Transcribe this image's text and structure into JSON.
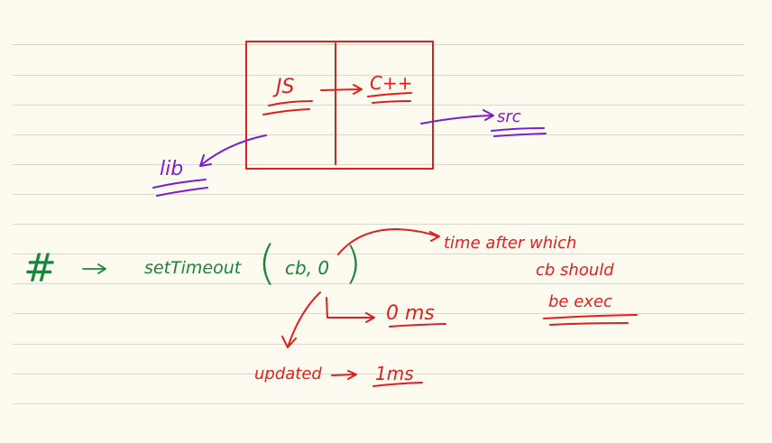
{
  "diagram": {
    "box_left_label": "JS",
    "box_right_label": "C++",
    "lib_label": "lib",
    "src_label": "src"
  },
  "note": {
    "hash": "#",
    "arrow": "→",
    "fn_name": "setTimeout",
    "open_paren": "(",
    "args": "cb, 0",
    "close_paren": ")",
    "zero_ms": "0 ms",
    "updated": "updated",
    "one_ms": "1ms",
    "annotation_line1": "time after which",
    "annotation_line2": "cb should",
    "annotation_line3": "be exec"
  },
  "colors": {
    "ink_red": "#e0201e",
    "ink_purple": "#7a1ed0",
    "ink_green": "#17853a",
    "paper": "#fdfaef",
    "rule": "#d9d9d2"
  }
}
